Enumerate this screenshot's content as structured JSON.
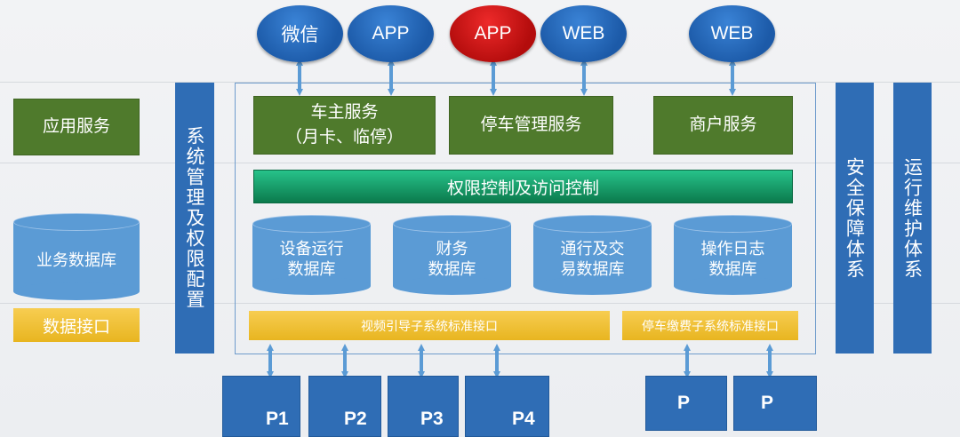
{
  "clients": [
    {
      "label": "微信",
      "color": "blue"
    },
    {
      "label": "APP",
      "color": "blue"
    },
    {
      "label": "APP",
      "color": "red"
    },
    {
      "label": "WEB",
      "color": "blue"
    },
    {
      "label": "WEB",
      "color": "blue"
    }
  ],
  "left_labels": {
    "app_service": "应用服务",
    "business_db": "业务数据库",
    "data_interface": "数据接口"
  },
  "system_mgmt": "系统管理及权限配置",
  "services": {
    "owner": [
      "车主服务",
      "（月卡、临停）"
    ],
    "parking": "停车管理服务",
    "merchant": "商户服务"
  },
  "access_control": "权限控制及访问控制",
  "databases": [
    [
      "设备运行",
      "数据库"
    ],
    [
      "财务",
      "数据库"
    ],
    [
      "通行及交",
      "易数据库"
    ],
    [
      "操作日志",
      "数据库"
    ]
  ],
  "interfaces": {
    "video": "视频引导子系统标准接口",
    "payment": "停车缴费子系统标准接口"
  },
  "right_bars": {
    "security": "安全保障体系",
    "ops": "运行维护体系"
  },
  "devices": [
    "P1",
    "P2",
    "P3",
    "P4",
    "P",
    "P"
  ],
  "colors": {
    "accent_blue": "#2f6db5",
    "service_green": "#4f7a2c",
    "db_blue": "#5b9bd5",
    "interface_yellow": "#f2c232",
    "client_red": "#d01414"
  }
}
